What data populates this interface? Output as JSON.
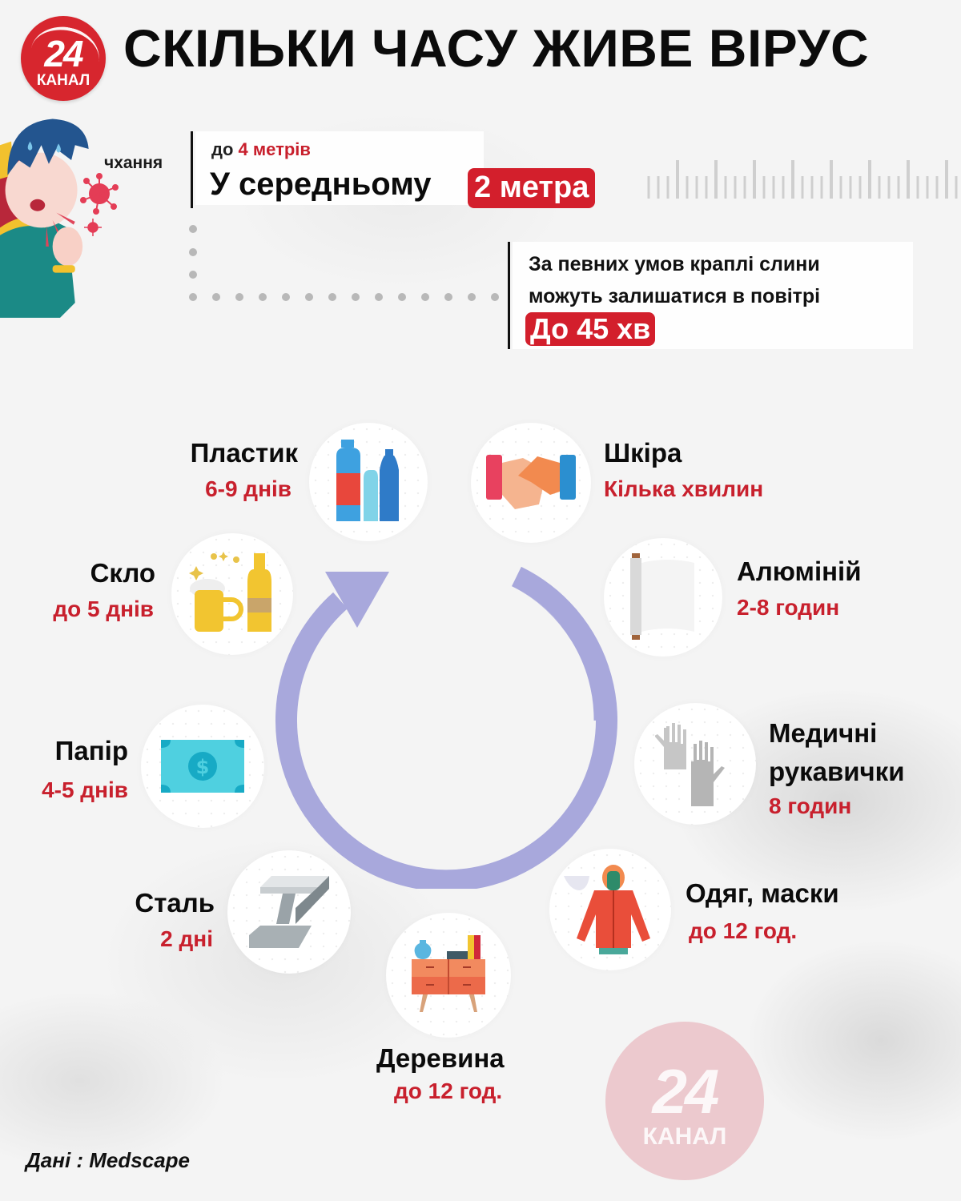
{
  "logo": {
    "number": "24",
    "label": "КАНАЛ"
  },
  "title": "СКІЛЬКИ ЧАСУ ЖИВЕ ВІРУС",
  "sneeze": {
    "label": "чхання",
    "upto_prefix": "до",
    "upto_value": "4 метрів",
    "average_label": "У середньому",
    "average_value": "2 метра"
  },
  "air": {
    "line1": "За певних умов краплі слини",
    "line2": "можуть залишатися в повітрі",
    "value": "До 45 хв"
  },
  "items": [
    {
      "id": "plastic",
      "name": "Пластик",
      "value": "6-9 днів",
      "icon": "plastic-bottles-icon"
    },
    {
      "id": "skin",
      "name": "Шкіра",
      "value": "Кілька хвилин",
      "icon": "handshake-icon"
    },
    {
      "id": "glass",
      "name": "Скло",
      "value": "до 5 днів",
      "icon": "beer-bottle-icon"
    },
    {
      "id": "aluminium",
      "name": "Алюміній",
      "value": "2-8 годин",
      "icon": "foil-roll-icon"
    },
    {
      "id": "paper",
      "name": "Папір",
      "value": "4-5 днів",
      "icon": "banknote-icon"
    },
    {
      "id": "gloves",
      "name_line1": "Медичні",
      "name_line2": "рукавички",
      "value": "8 годин",
      "icon": "gloves-icon"
    },
    {
      "id": "steel",
      "name": "Сталь",
      "value": "2 дні",
      "icon": "steel-beam-icon"
    },
    {
      "id": "clothes",
      "name": "Одяг, маски",
      "value": "до 12 год.",
      "icon": "jacket-mask-icon"
    },
    {
      "id": "wood",
      "name": "Деревина",
      "value": "до 12 год.",
      "icon": "dresser-icon"
    }
  ],
  "source": "Дані : Medscape",
  "watermark": {
    "number": "24",
    "label": "КАНАЛ"
  },
  "colors": {
    "accent_red": "#d31f2c",
    "text_red": "#c8202d",
    "ring": "#a8a8dc",
    "logo_red": "#d7262e"
  }
}
